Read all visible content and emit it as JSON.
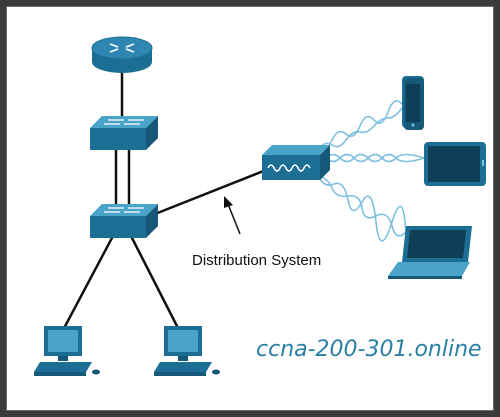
{
  "diagram": {
    "label": "Distribution System",
    "watermark": "ccna-200-301.online"
  },
  "nodes": [
    {
      "name": "router",
      "icon": "router-icon"
    },
    {
      "name": "upper-switch",
      "icon": "switch-icon"
    },
    {
      "name": "lower-switch",
      "icon": "switch-icon"
    },
    {
      "name": "access-point",
      "icon": "wireless-access-point-icon"
    },
    {
      "name": "smartphone",
      "icon": "smartphone-icon"
    },
    {
      "name": "tablet",
      "icon": "tablet-icon"
    },
    {
      "name": "laptop",
      "icon": "laptop-icon"
    },
    {
      "name": "pc-left",
      "icon": "desktop-pc-icon"
    },
    {
      "name": "pc-right",
      "icon": "desktop-pc-icon"
    }
  ],
  "colors": {
    "device_blue": "#1d6e94",
    "device_top": "#4aa3c8",
    "wireless_wave": "#7fc0e0",
    "link": "#111111"
  }
}
